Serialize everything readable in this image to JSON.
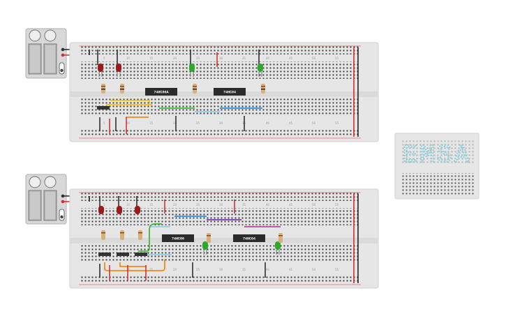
{
  "circuit_1": {
    "chip_a": "74HC00A",
    "chip_b": "74HC04",
    "led_colors": [
      "red",
      "red",
      "green",
      "green"
    ]
  },
  "circuit_2": {
    "chip_a": "74HC86",
    "chip_b": "74HC04",
    "led_colors": [
      "red",
      "red",
      "red",
      "green",
      "green"
    ]
  },
  "logo_board": {
    "text": "EMSA"
  },
  "colors": {
    "board": "#e6e6e6",
    "hole": "#3a3a3a",
    "rail_red": "#d42a2a",
    "rail_black": "#222222",
    "chip": "#2b2b2b",
    "wire_yellow": "#f2c11d",
    "wire_green": "#48b33d",
    "wire_lightblue": "#8ccfe6",
    "wire_blue": "#2f8fd8",
    "wire_orange": "#f08a16",
    "wire_purple": "#7a3aa8",
    "wire_magenta": "#c23fa3",
    "led_red": "#9b1b1b",
    "led_green": "#2ea82a",
    "logo_dots": "#8fd0dd"
  }
}
